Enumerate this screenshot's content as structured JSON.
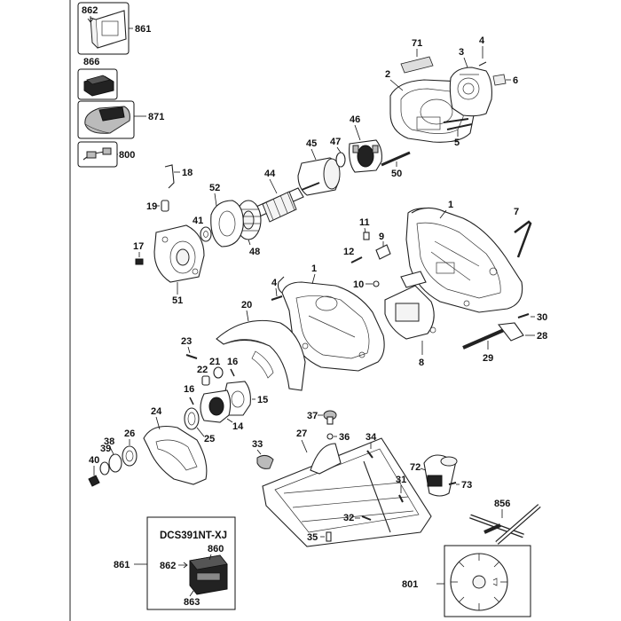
{
  "kit_title": "DCS391NT-XJ",
  "labels": {
    "862_top": "862",
    "861_top": "861",
    "866": "866",
    "871": "871",
    "800": "800",
    "71": "71",
    "3": "3",
    "4": "4",
    "2": "2",
    "6": "6",
    "5": "5",
    "46": "46",
    "45": "45",
    "47": "47",
    "50": "50",
    "44": "44",
    "18": "18",
    "52": "52",
    "19": "19",
    "41": "41",
    "48": "48",
    "17": "17",
    "51": "51",
    "11": "11",
    "9": "9",
    "12": "12",
    "10": "10",
    "1_right": "1",
    "7": "7",
    "4_mid": "4",
    "1_mid": "1",
    "20": "20",
    "30": "30",
    "28": "28",
    "8": "8",
    "29": "29",
    "23": "23",
    "21": "21",
    "16_a": "16",
    "22": "22",
    "16_b": "16",
    "15": "15",
    "14": "14",
    "24": "24",
    "25": "25",
    "26": "26",
    "38": "38",
    "39": "39",
    "40": "40",
    "37": "37",
    "36": "36",
    "27": "27",
    "34": "34",
    "33": "33",
    "72": "72",
    "31": "31",
    "73": "73",
    "856": "856",
    "32": "32",
    "35": "35",
    "861_bot": "861",
    "860": "860",
    "862_bot": "862",
    "863": "863",
    "801": "801"
  }
}
